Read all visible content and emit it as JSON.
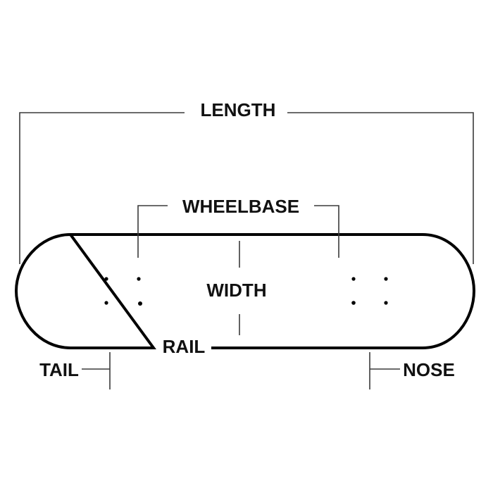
{
  "labels": {
    "length": "LENGTH",
    "wheelbase": "WHEELBASE",
    "width": "WIDTH",
    "rail": "RAIL",
    "tail": "TAIL",
    "nose": "NOSE"
  },
  "colors": {
    "outline": "#000000",
    "dimension_line": "#3a3a3a",
    "text": "#111111",
    "background": "#ffffff"
  }
}
